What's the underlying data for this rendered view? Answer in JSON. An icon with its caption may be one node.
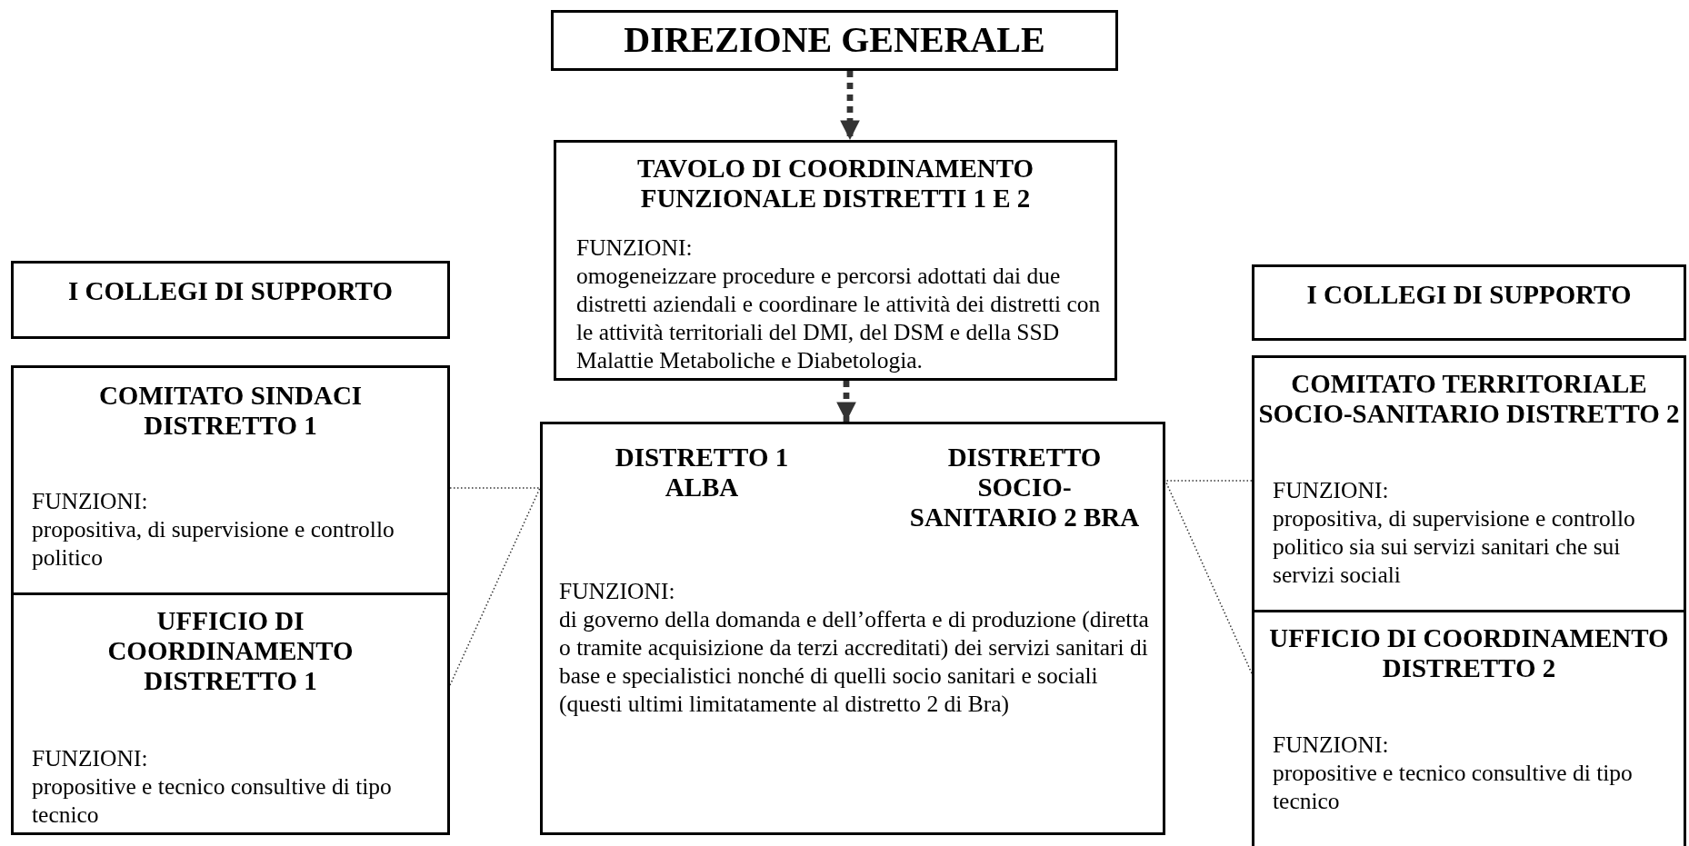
{
  "diagram": {
    "nodes": [
      {
        "text": [
          "DIREZIONE GENERALE"
        ]
      },
      {
        "text": [
          "I COLLEGI DI SUPPORTO"
        ]
      },
      {
        "text": [
          "TAVOLO DI COORDINAMENTO FUNZIONALE DISTRETTI 1 E 2",
          "FUNZIONI:",
          "omogeneizzare procedure e percorsi adottati dai due distretti aziendali e coordinare le attività dei distretti con le attività territoriali del DMI, del DSM e della SSD Malattie Metaboliche e Diabetologia."
        ]
      },
      {
        "text": [
          "I COLLEGI DI SUPPORTO"
        ]
      },
      {
        "text": [
          "COMITATO SINDACI DISTRETTO 1",
          "FUNZIONI:",
          "propositiva, di supervisione e controllo politico"
        ]
      },
      {
        "text": [
          "DISTRETTO 1 ALBA",
          "DISTRETTO SOCIO-SANITARIO 2 BRA",
          "FUNZIONI:",
          "di governo della domanda e dell’offerta e di produzione (diretta o tramite acquisizione da terzi accreditati) dei servizi sanitari di base e specialistici nonché di quelli socio sanitari e sociali (questi ultimi limitatamente al distretto 2 di Bra)"
        ]
      },
      {
        "text": [
          "COMITATO TERRITORIALE SOCIO-SANITARIO DISTRETTO 2",
          "FUNZIONI:",
          "propositiva, di supervisione e controllo politico sia sui servizi sanitari che sui servizi sociali"
        ]
      },
      {
        "text": [
          "UFFICIO DI COORDINAMENTO DISTRETTO 1",
          "FUNZIONI:",
          "propositive e tecnico consultive di tipo tecnico"
        ]
      },
      {
        "text": [
          "UFFICIO DI COORDINAMENTO DISTRETTO 2",
          "FUNZIONI:",
          "propositive e tecnico consultive di tipo tecnico"
        ]
      }
    ],
    "edges": [
      {
        "from": 0,
        "to": 2,
        "arrow": "to",
        "style": "dashed"
      },
      {
        "from": 2,
        "to": 5,
        "arrow": "to",
        "style": "dashed"
      },
      {
        "from": 4,
        "to": 5,
        "arrow": "none",
        "style": "dashed"
      },
      {
        "from": 7,
        "to": 5,
        "arrow": "none",
        "style": "dashed"
      },
      {
        "from": 6,
        "to": 5,
        "arrow": "none",
        "style": "dashed"
      },
      {
        "from": 8,
        "to": 5,
        "arrow": "none",
        "style": "dashed"
      }
    ]
  }
}
